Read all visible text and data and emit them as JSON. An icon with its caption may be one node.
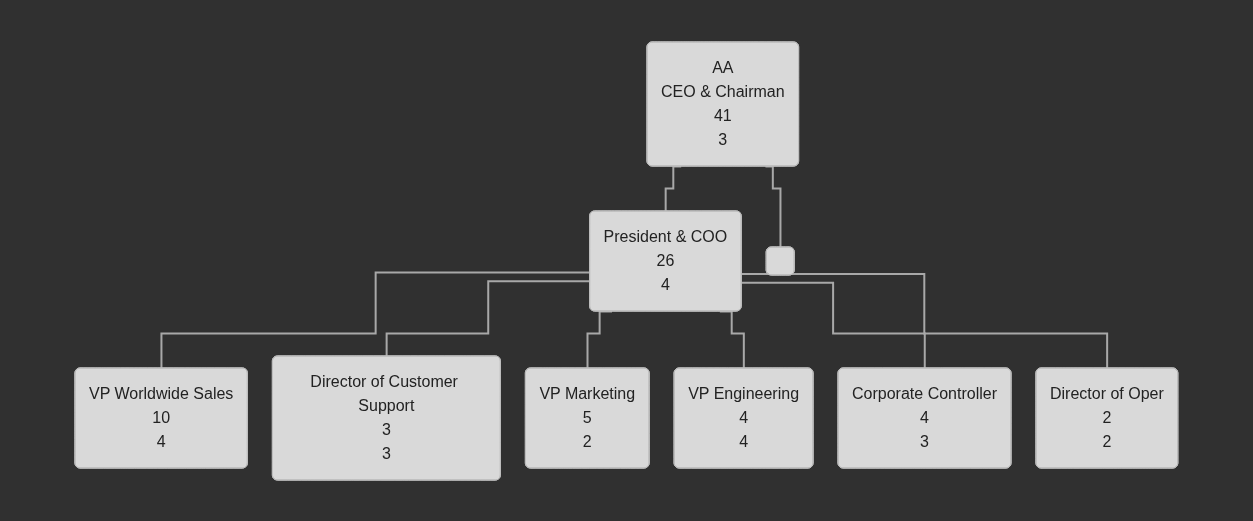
{
  "diagram": {
    "nodes": [
      {
        "text": [
          "AA",
          "CEO & Chairman",
          "41",
          "3"
        ]
      },
      {
        "text": [
          "President & COO",
          "26",
          "4"
        ]
      },
      {
        "text": [],
        "shape": "box"
      },
      {
        "text": [
          "VP Worldwide Sales",
          "10",
          "4"
        ]
      },
      {
        "text": [
          "Director of Customer Support",
          "3",
          "3"
        ]
      },
      {
        "text": [
          "VP Marketing",
          "5",
          "2"
        ]
      },
      {
        "text": [
          "VP Engineering",
          "4",
          "4"
        ]
      },
      {
        "text": [
          "Corporate Controller",
          "4",
          "3"
        ]
      },
      {
        "text": [
          "Director of Oper",
          "2",
          "2"
        ]
      }
    ],
    "edges": [
      {
        "from": 0,
        "to": 1,
        "arrow": "none"
      },
      {
        "from": 0,
        "to": 2,
        "arrow": "none"
      },
      {
        "from": 1,
        "to": 3,
        "arrow": "none"
      },
      {
        "from": 1,
        "to": 4,
        "arrow": "none"
      },
      {
        "from": 1,
        "to": 5,
        "arrow": "none"
      },
      {
        "from": 1,
        "to": 6,
        "arrow": "none"
      },
      {
        "from": 1,
        "to": 7,
        "arrow": "none"
      },
      {
        "from": 1,
        "to": 8,
        "arrow": "none"
      }
    ]
  }
}
